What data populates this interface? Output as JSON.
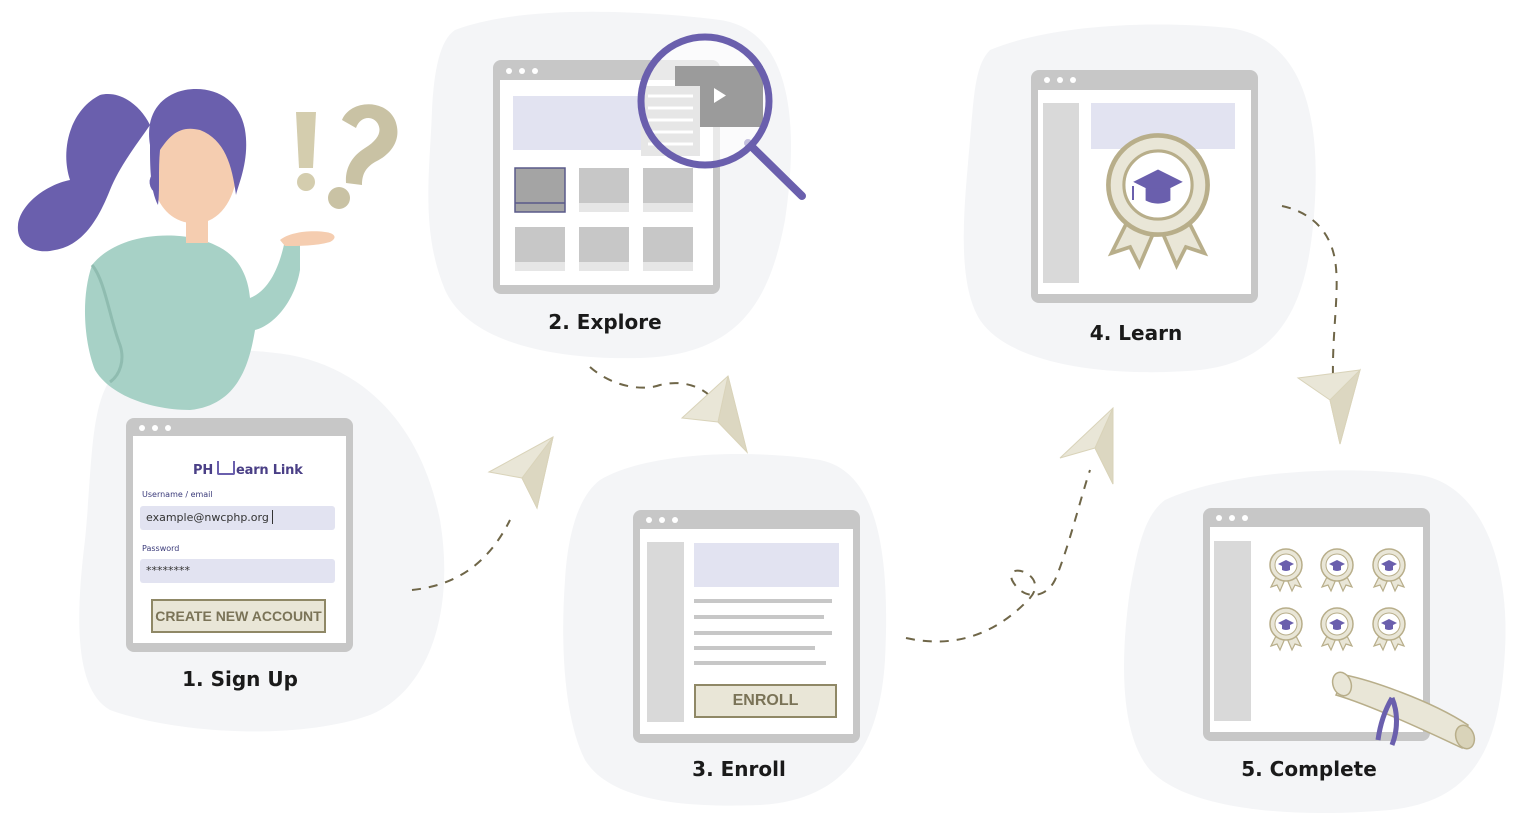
{
  "steps": [
    {
      "label": "1. Sign Up"
    },
    {
      "label": "2. Explore"
    },
    {
      "label": "3. Enroll"
    },
    {
      "label": "4. Learn"
    },
    {
      "label": "5. Complete"
    }
  ],
  "signup": {
    "logo_ph": "PH",
    "logo_text": "earn Link",
    "username_label": "Username / email",
    "username_value": "example@nwcphp.org",
    "password_label": "Password",
    "password_value": "********",
    "create_button": "CREATE NEW ACCOUNT"
  },
  "enroll": {
    "button": "ENROLL"
  },
  "colors": {
    "blob": "#f4f5f7",
    "frame": "#c7c7c7",
    "accent_purple": "#6a5fad",
    "tan": "#c9c2a4",
    "paper_plane": "#e9e6d7",
    "dash": "#6f6648"
  },
  "icons": [
    "woman-illustration",
    "exclamation-icon",
    "question-icon",
    "magnifier-icon",
    "play-icon",
    "graduation-cap-icon",
    "award-badge-icon",
    "paper-plane-icon",
    "diploma-scroll-icon"
  ]
}
